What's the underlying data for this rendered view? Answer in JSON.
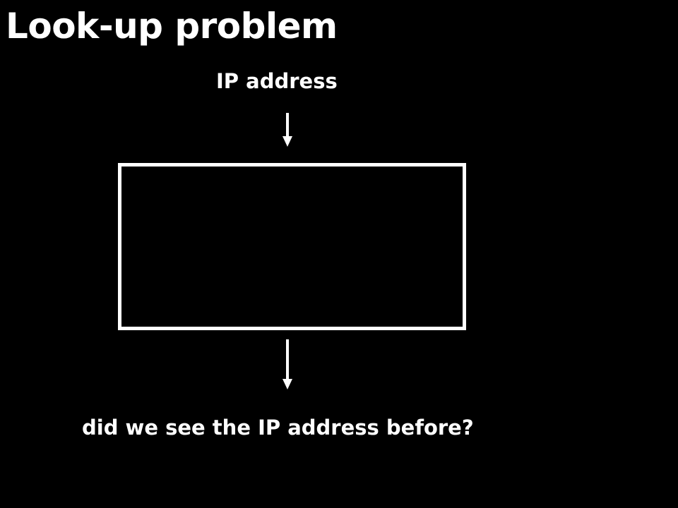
{
  "slide": {
    "title": "Look-up problem"
  },
  "diagram": {
    "input_label": "IP address",
    "output_label": "did we see the IP address before?",
    "colors": {
      "background": "#000000",
      "foreground": "#ffffff"
    }
  }
}
